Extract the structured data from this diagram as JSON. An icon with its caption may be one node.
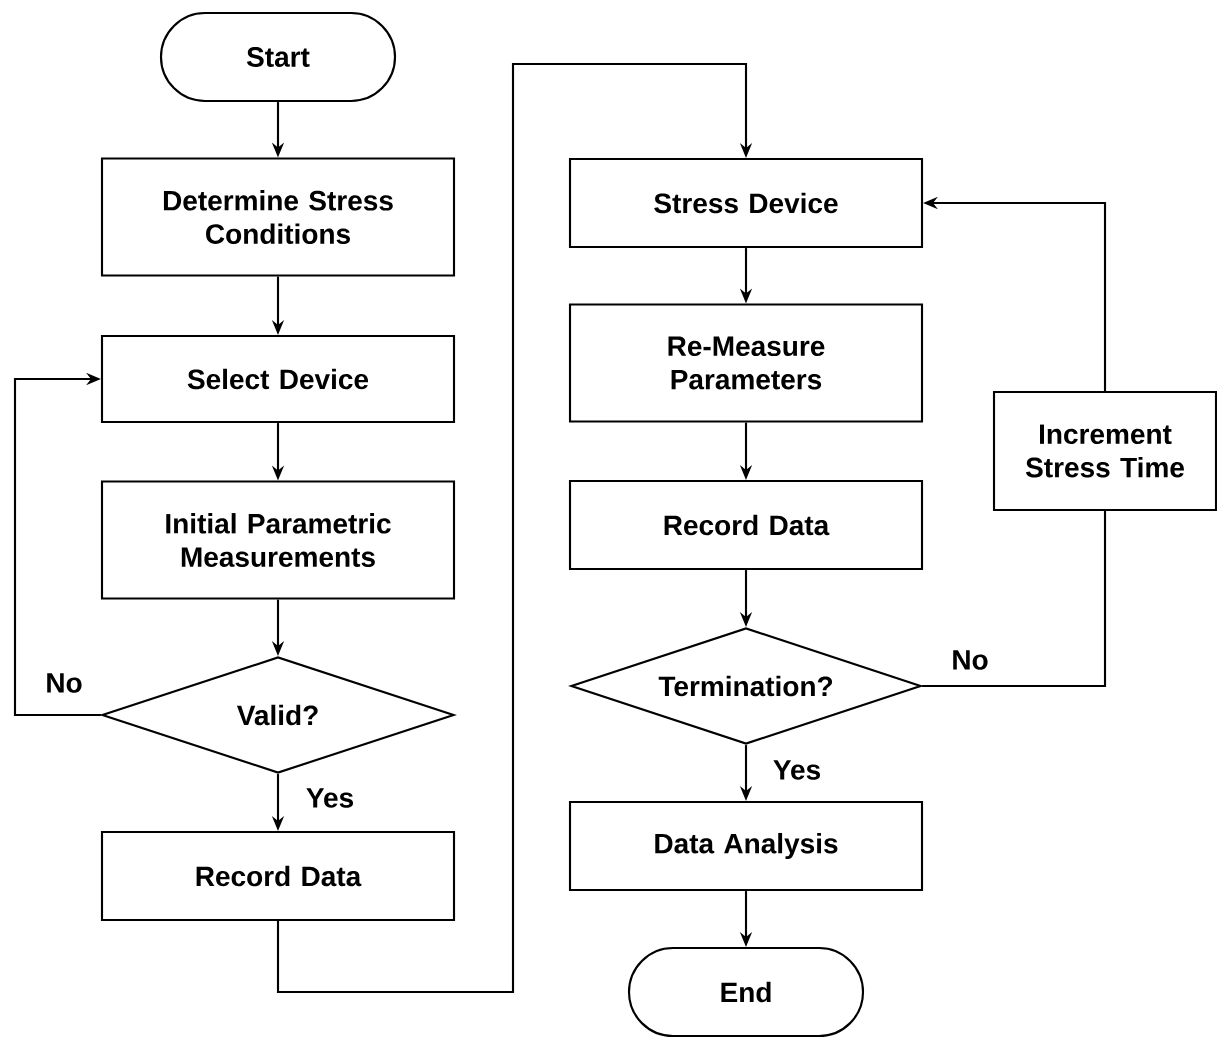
{
  "diagram": {
    "nodes": [
      {
        "text": [
          "Start"
        ]
      },
      {
        "text": [
          "Determine Stress Conditions"
        ]
      },
      {
        "text": [
          "Select Device"
        ]
      },
      {
        "text": [
          "Initial Parametric Measurements"
        ]
      },
      {
        "text": [
          "Valid?"
        ]
      },
      {
        "text": [
          "Record Data"
        ]
      },
      {
        "text": [
          "Stress Device"
        ]
      },
      {
        "text": [
          "Re-Measure Parameters"
        ]
      },
      {
        "text": [
          "Record Data"
        ]
      },
      {
        "text": [
          "Termination?"
        ]
      },
      {
        "text": [
          "Data Analysis"
        ]
      },
      {
        "text": [
          "End"
        ]
      },
      {
        "text": [
          "Increment Stress Time"
        ]
      }
    ],
    "edges": [
      {
        "from": 0,
        "to": 1,
        "arrow": "to"
      },
      {
        "from": 1,
        "to": 2,
        "arrow": "to"
      },
      {
        "from": 2,
        "to": 3,
        "arrow": "to"
      },
      {
        "from": 3,
        "to": 4,
        "arrow": "to"
      },
      {
        "from": 4,
        "to": 2,
        "arrow": "to",
        "label": "No"
      },
      {
        "from": 4,
        "to": 5,
        "arrow": "to",
        "label": "Yes"
      },
      {
        "from": 5,
        "to": 6,
        "arrow": "to"
      },
      {
        "from": 6,
        "to": 7,
        "arrow": "to"
      },
      {
        "from": 7,
        "to": 8,
        "arrow": "to"
      },
      {
        "from": 8,
        "to": 9,
        "arrow": "to"
      },
      {
        "from": 9,
        "to": 12,
        "arrow": "none",
        "label": "No"
      },
      {
        "from": 12,
        "to": 6,
        "arrow": "to"
      },
      {
        "from": 9,
        "to": 10,
        "arrow": "to",
        "label": "Yes"
      },
      {
        "from": 10,
        "to": 11,
        "arrow": "to"
      }
    ]
  }
}
